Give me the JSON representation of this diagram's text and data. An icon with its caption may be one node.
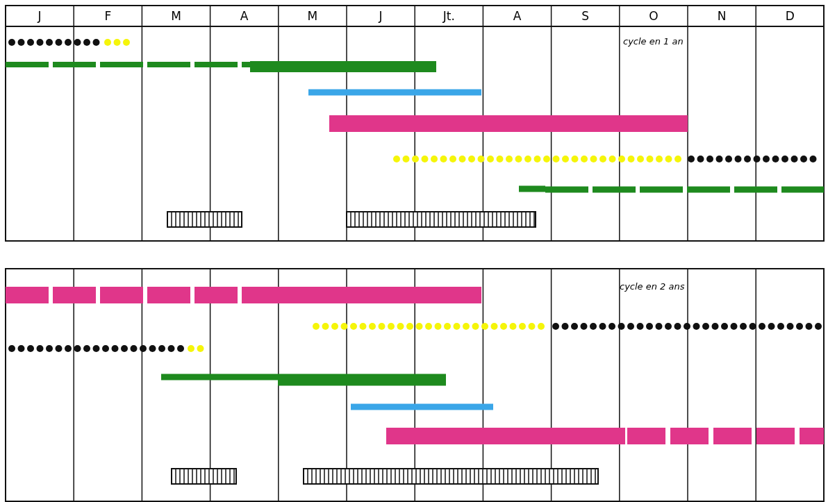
{
  "diagram": {
    "labels": [
      "J",
      "F",
      "M",
      "A",
      "M",
      "J",
      "Jt.",
      "A",
      "S",
      "O",
      "N",
      "D",
      "cycle en 1 an",
      "cycle en 2 ans"
    ]
  }
}
